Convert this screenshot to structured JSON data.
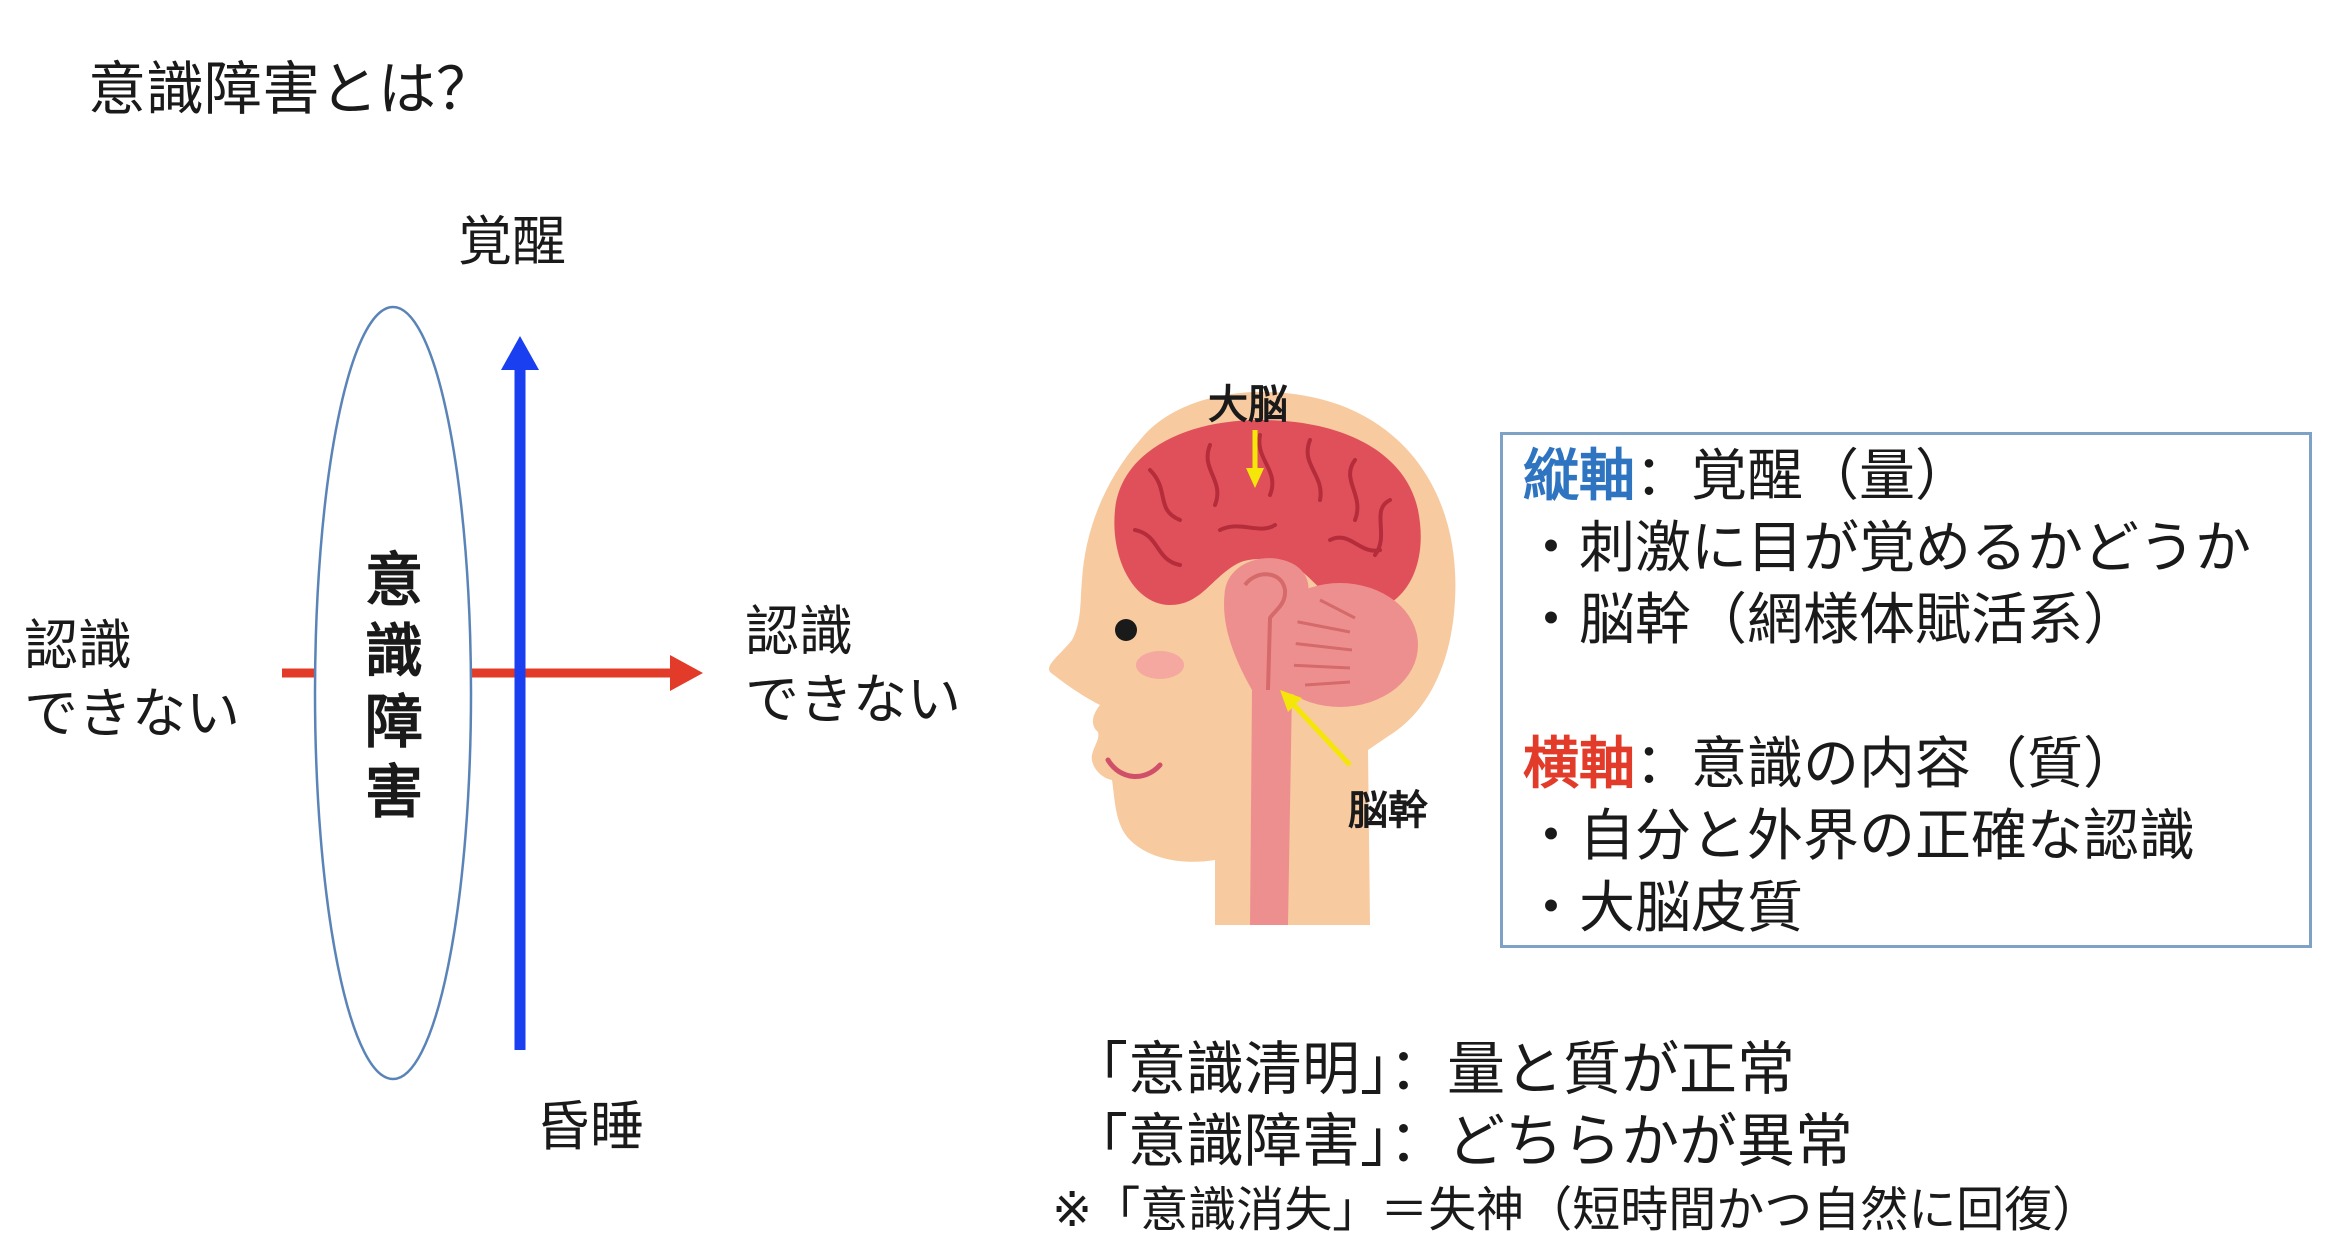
{
  "title": "意識障害とは？",
  "axes": {
    "top": "覚醒",
    "bottom": "昏睡",
    "left_line1": "認識",
    "left_line2": "できない",
    "right_line1": "認識",
    "right_line2": "できない",
    "vertical_color": "#1a3ff0",
    "horizontal_color": "#e23b2a"
  },
  "ellipse_label": "意識障害",
  "brain": {
    "cerebrum_label": "大脳",
    "brainstem_label": "脳幹"
  },
  "info_box": {
    "vertical_key": "縦軸",
    "vertical_rest": "：覚醒（量）",
    "vertical_items": [
      "・刺激に目が覚めるかどうか",
      "・脳幹（網様体賦活系）"
    ],
    "horizontal_key": "横軸",
    "horizontal_rest": "：意識の内容（質）",
    "horizontal_items": [
      "・自分と外界の正確な認識",
      "・大脳皮質"
    ]
  },
  "definitions": [
    "「意識清明」：量と質が正常",
    "「意識障害」：どちらかが異常",
    "※「意識消失」＝失神（短時間かつ自然に回復）"
  ]
}
